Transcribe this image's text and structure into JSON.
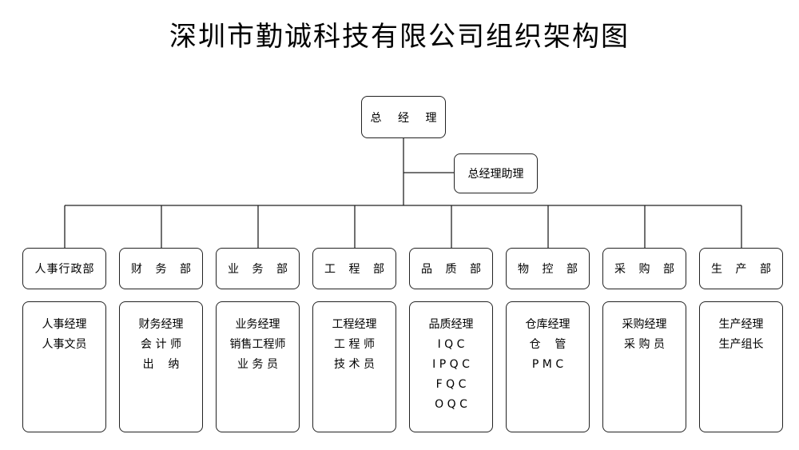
{
  "title": "深圳市勤诚科技有限公司组织架构图",
  "ceo": "总 经 理",
  "assistant": "总经理助理",
  "departments": [
    {
      "name": "人事行政部",
      "staff": [
        "人事经理",
        "人事文员"
      ]
    },
    {
      "name": "财 务 部",
      "staff": [
        "财务经理",
        "会 计 师",
        "出    纳"
      ]
    },
    {
      "name": "业 务 部",
      "staff": [
        "业务经理",
        "销售工程师",
        "业 务 员"
      ]
    },
    {
      "name": "工 程 部",
      "staff": [
        "工程经理",
        "工 程 师",
        "技 术 员"
      ]
    },
    {
      "name": "品 质 部",
      "staff": [
        "品质经理",
        "I Q C",
        "I P Q C",
        "F Q C",
        "O Q C"
      ]
    },
    {
      "name": "物 控 部",
      "staff": [
        "仓库经理",
        "仓    管",
        "P M C"
      ]
    },
    {
      "name": "采 购 部",
      "staff": [
        "采购经理",
        "采 购 员"
      ]
    },
    {
      "name": "生 产 部",
      "staff": [
        "生产经理",
        "生产组长"
      ]
    }
  ]
}
